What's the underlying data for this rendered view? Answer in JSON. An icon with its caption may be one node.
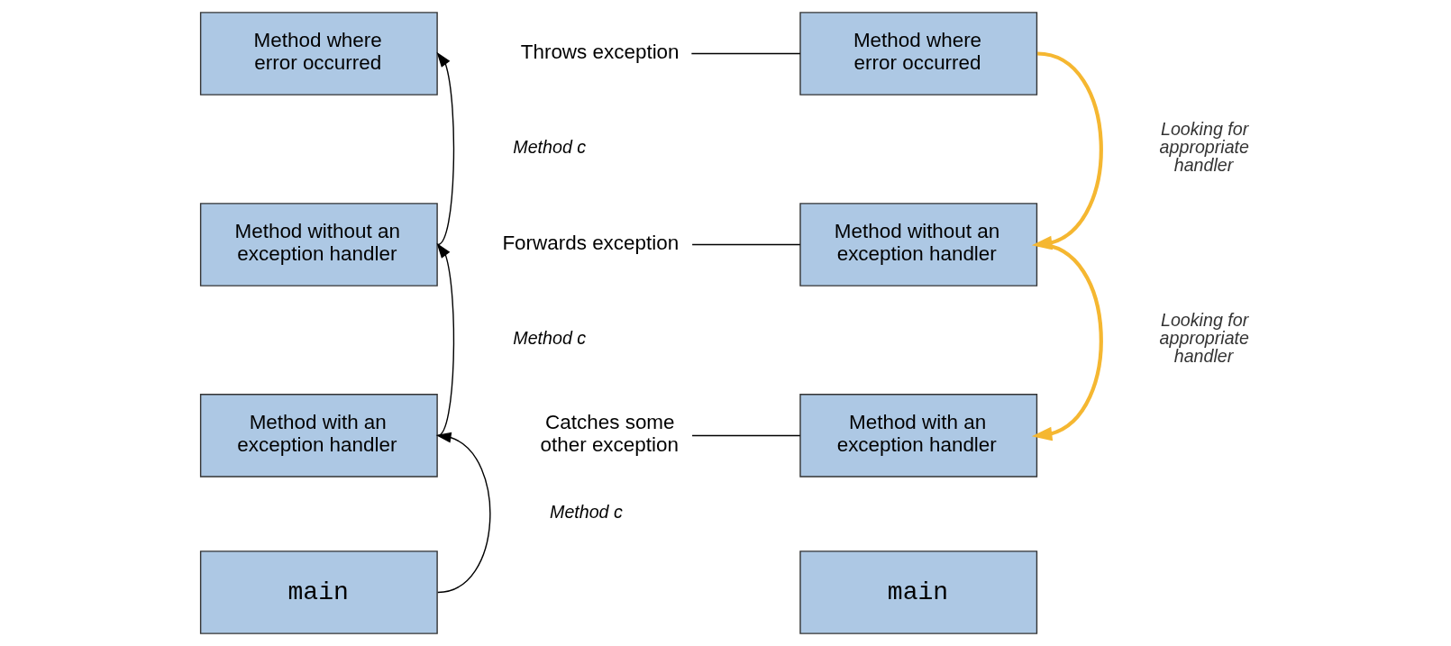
{
  "diagram": {
    "nodes": [
      {
        "text": [
          "Method where error occurred"
        ]
      },
      {
        "text": [
          "Method without an exception handler"
        ]
      },
      {
        "text": [
          "Method with an exception handler"
        ]
      },
      {
        "text": [
          "main"
        ]
      },
      {
        "text": [
          "Method where error occurred"
        ]
      },
      {
        "text": [
          "Method without an exception handler"
        ]
      },
      {
        "text": [
          "Method with an exception handler"
        ]
      },
      {
        "text": [
          "main"
        ]
      },
      {
        "text": [
          "Throws exception"
        ]
      },
      {
        "text": [
          "Forwards exception"
        ]
      },
      {
        "text": [
          "Catches some other exception"
        ]
      }
    ],
    "edges": [
      {
        "from": 1,
        "to": 0,
        "arrow": "to",
        "label": "Method c"
      },
      {
        "from": 2,
        "to": 1,
        "arrow": "to",
        "label": "Method c"
      },
      {
        "from": 3,
        "to": 2,
        "arrow": "to",
        "label": "Method c"
      },
      {
        "from": 4,
        "to": 5,
        "arrow": "to",
        "label": "Looking for appropriate handler",
        "style": "thick",
        "color": "#f5b731"
      },
      {
        "from": 5,
        "to": 6,
        "arrow": "to",
        "label": "Looking for appropriate handler",
        "style": "thick",
        "color": "#f5b731"
      },
      {
        "from": 8,
        "to": 4,
        "arrow": "none"
      },
      {
        "from": 9,
        "to": 5,
        "arrow": "none"
      },
      {
        "from": 10,
        "to": 6,
        "arrow": "none"
      }
    ]
  }
}
